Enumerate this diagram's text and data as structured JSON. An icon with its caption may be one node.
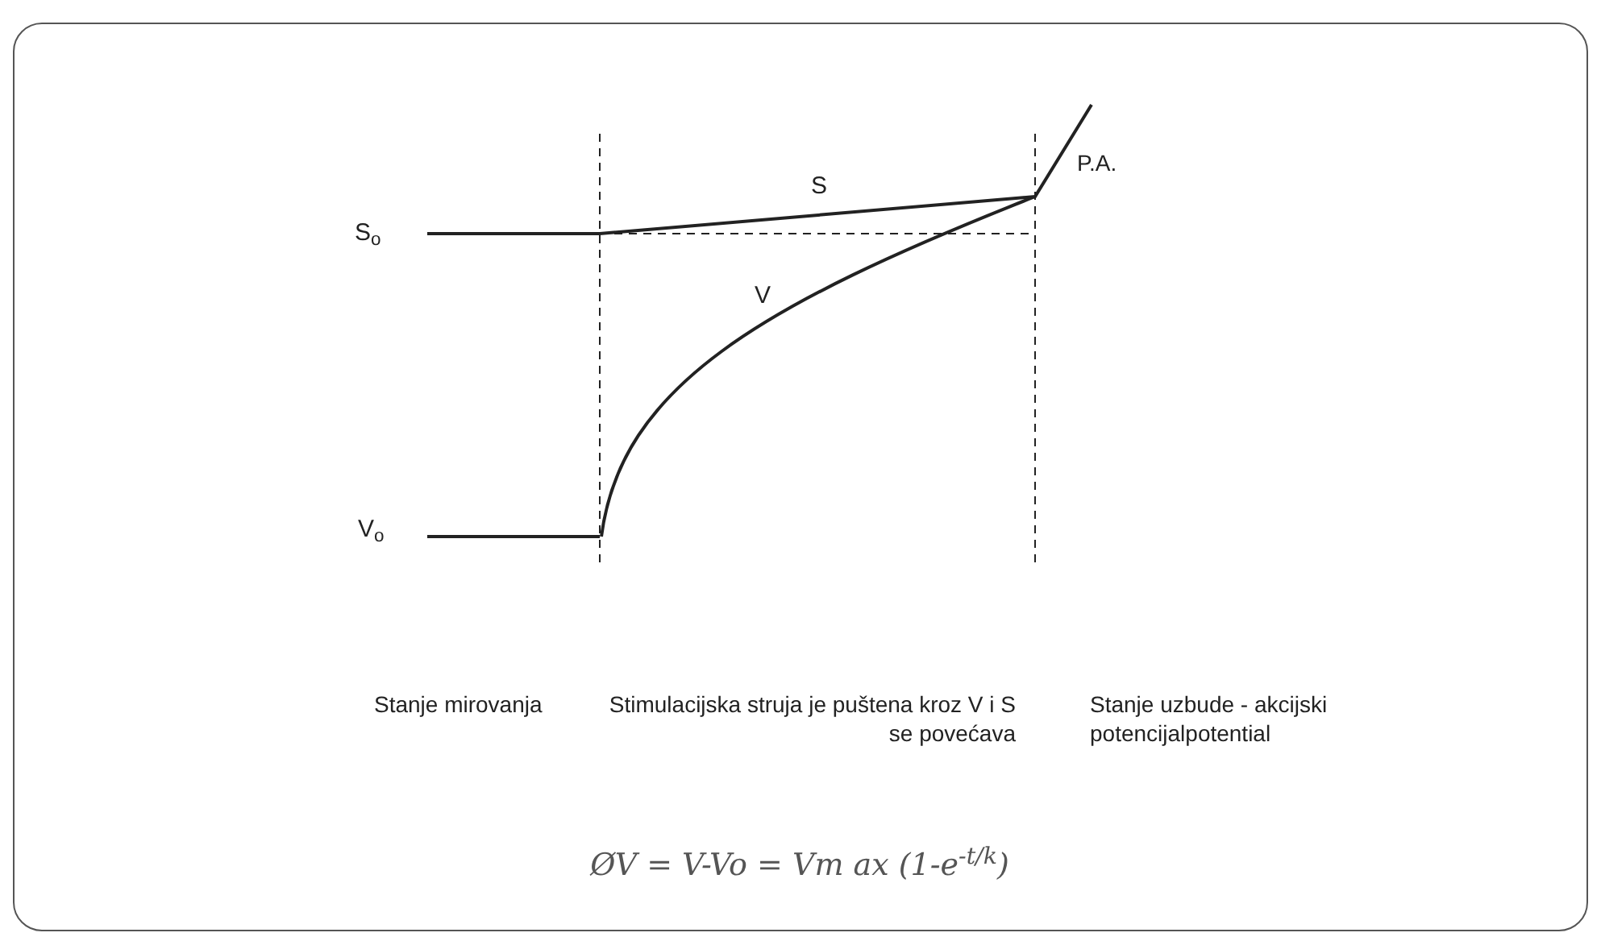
{
  "diagram": {
    "labels": [
      "S$_{o}$",
      "S",
      "P.A.",
      "V",
      "V$_{o}$",
      "Stanje mirovanja",
      "Stimulacijska struja je puštena kroz V i S se povećava",
      "Stanje uzbude - akcijski potencijalpotential",
      "ØV = V-Vo = Vm ax (1-e$^{-t/k}$)"
    ]
  }
}
